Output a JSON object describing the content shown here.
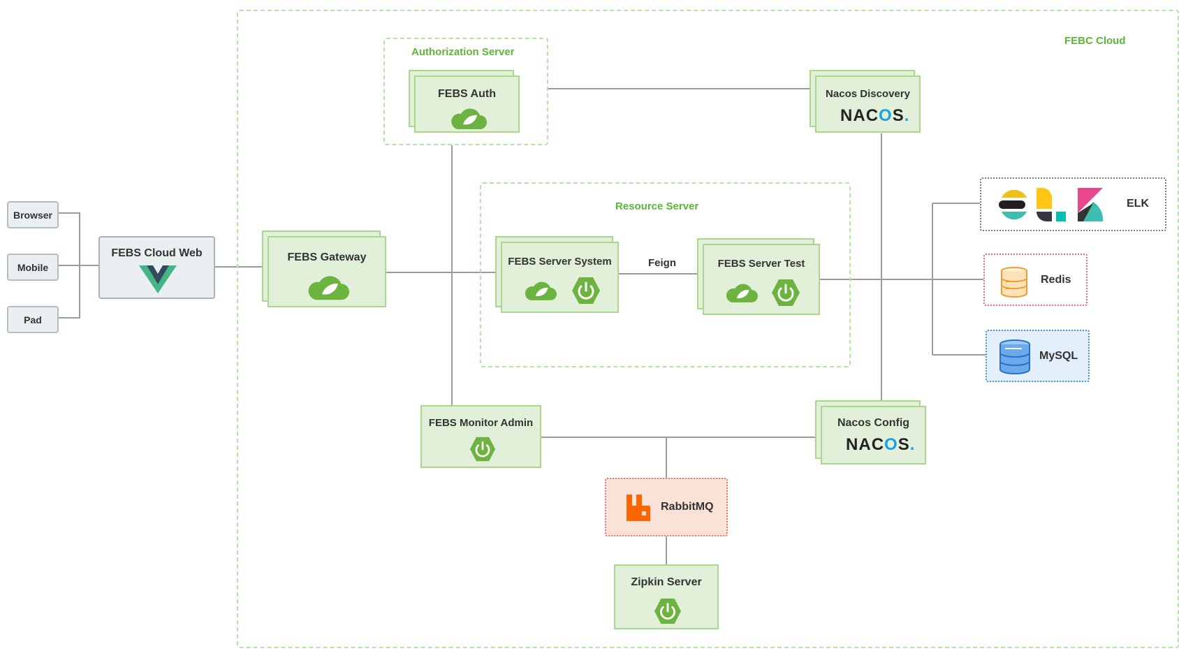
{
  "clients": {
    "browser": "Browser",
    "mobile": "Mobile",
    "pad": "Pad"
  },
  "web": {
    "label": "FEBS Cloud Web"
  },
  "regions": {
    "cloud": "FEBC Cloud",
    "auth": "Authorization Server",
    "resource": "Resource Server"
  },
  "services": {
    "auth": "FEBS Auth",
    "gateway": "FEBS Gateway",
    "system": "FEBS Server System",
    "test": "FEBS Server Test",
    "monitor": "FEBS Monitor Admin",
    "nacos_discovery": "Nacos Discovery",
    "nacos_config": "Nacos Config",
    "zipkin": "Zipkin Server"
  },
  "nacos_logo": "NACOS.",
  "edge_label": "Feign",
  "stores": {
    "elk": "ELK",
    "redis": "Redis",
    "mysql": "MySQL",
    "rabbitmq": "RabbitMQ"
  },
  "colors": {
    "region_border": "#b5e3a8",
    "region_label": "#5cb535",
    "service_fill": "#e2f0d9",
    "service_border": "#a8d98a",
    "spring_green": "#6db33f",
    "rabbit_orange": "#ff6600",
    "mysql_blue": "#4a8fe0",
    "redis_orange": "#f5a03a"
  }
}
